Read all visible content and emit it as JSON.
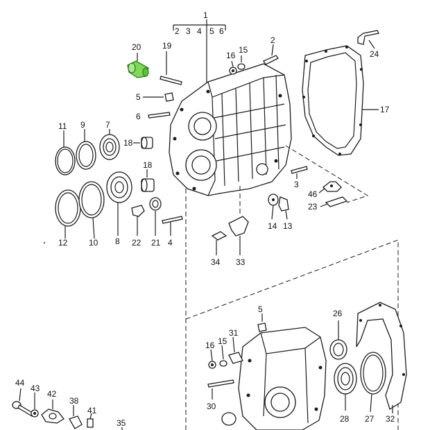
{
  "highlight_color": "#7ed957",
  "ink_color": "#1a1a1a",
  "callouts": {
    "c1": "1",
    "c2": "2",
    "c3": "3",
    "c4": "4",
    "c5": "5",
    "c6": "6",
    "c7": "7",
    "c8": "8",
    "c9": "9",
    "c10": "10",
    "c11": "11",
    "c12": "12",
    "c13": "13",
    "c14": "14",
    "c15": "15",
    "c16": "16",
    "c17": "17",
    "c18": "18",
    "c18b": "18",
    "c19": "19",
    "c20": "20",
    "c21": "21",
    "c22": "22",
    "c23": "23",
    "c24": "24",
    "c26": "26",
    "c27": "27",
    "c28": "28",
    "c30": "30",
    "c31": "31",
    "c32": "32",
    "c33": "33",
    "c34": "34",
    "c35": "35",
    "c38": "38",
    "c41": "41",
    "c42": "42",
    "c43": "43",
    "c44": "44",
    "c46": "46",
    "c5b": "5",
    "c15b": "15",
    "c16b": "16"
  },
  "bracket_labels": [
    "2",
    "3",
    "4",
    "5",
    "6"
  ],
  "highlighted_part": "20"
}
